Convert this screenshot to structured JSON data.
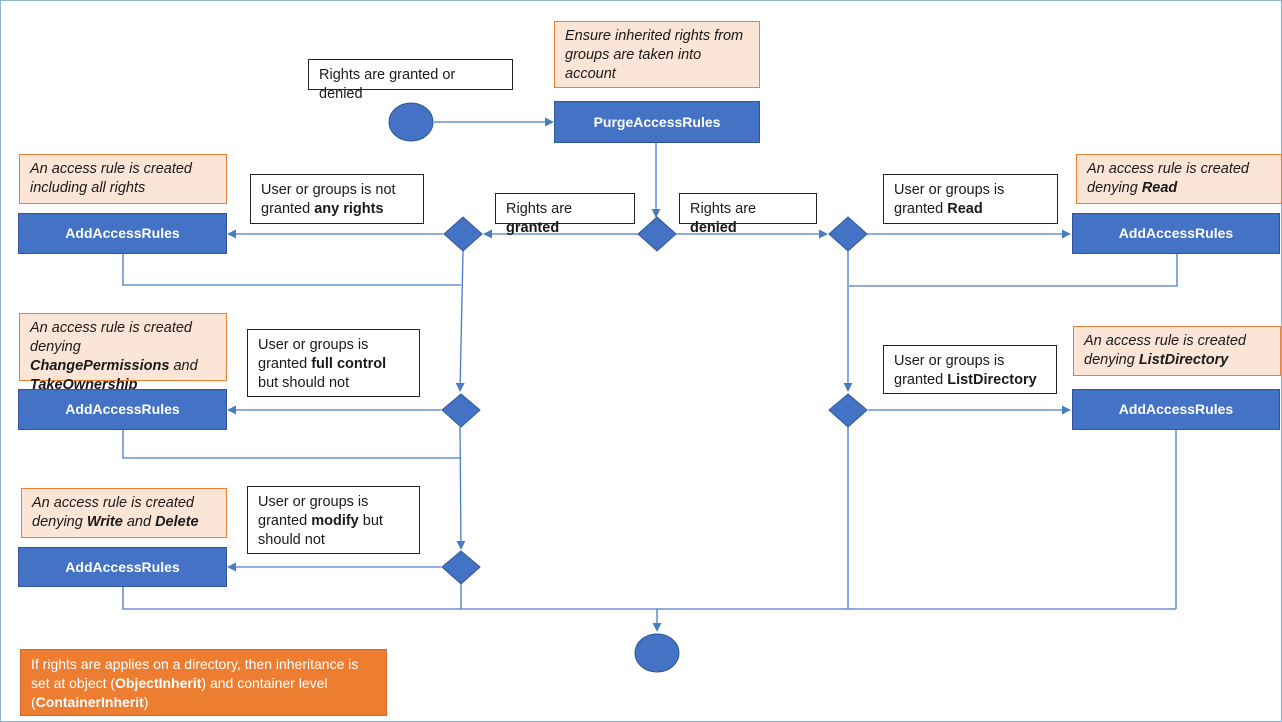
{
  "colors": {
    "action_fill": "#4472c4",
    "action_border": "#2f5597",
    "note_fill": "#fbe5d6",
    "note_border": "#ed7d31",
    "callout_fill": "#ed7d31",
    "connector": "#4a7cc4"
  },
  "start": {
    "label": "Rights are granted or denied"
  },
  "inheritance_note": "Ensure inherited rights from groups are taken into account",
  "purge": {
    "label": "PurgeAccessRules"
  },
  "branches": {
    "granted": {
      "pre": "Rights are ",
      "bold": "granted"
    },
    "denied": {
      "pre": "Rights are ",
      "bold": "denied"
    }
  },
  "left": {
    "cond1": {
      "pre": "User or groups is not granted ",
      "bold": "any rights",
      "post": ""
    },
    "cond2": {
      "pre": "User or groups is granted ",
      "bold": "full control",
      "post": " but should not"
    },
    "cond3": {
      "pre": "User or groups is granted ",
      "bold": "modify",
      "post": " but should not"
    },
    "note1": {
      "text": "An access rule is created including all rights"
    },
    "note2": {
      "pre": "An access rule is created denying ",
      "bold1": "ChangePermissions",
      "mid": " and ",
      "bold2": "TakeOwnership"
    },
    "note3": {
      "pre": "An access rule is created denying ",
      "bold1": "Write",
      "mid": " and ",
      "bold2": "Delete"
    },
    "action1": "AddAccessRules",
    "action2": "AddAccessRules",
    "action3": "AddAccessRules"
  },
  "right": {
    "cond1": {
      "pre": "User or groups is granted ",
      "bold": "Read"
    },
    "cond2": {
      "pre": "User or groups is granted ",
      "bold": "ListDirectory"
    },
    "note1": {
      "pre": "An access rule is created denying ",
      "bold": "Read"
    },
    "note2": {
      "pre": "An access rule is created denying ",
      "bold": "ListDirectory"
    },
    "action1": "AddAccessRules",
    "action2": "AddAccessRules"
  },
  "footer": {
    "pre": "If rights are applies on a directory, then inheritance is set at object (",
    "bold1": "ObjectInherit",
    "mid": ") and container level (",
    "bold2": "ContainerInherit",
    "post": ")"
  }
}
